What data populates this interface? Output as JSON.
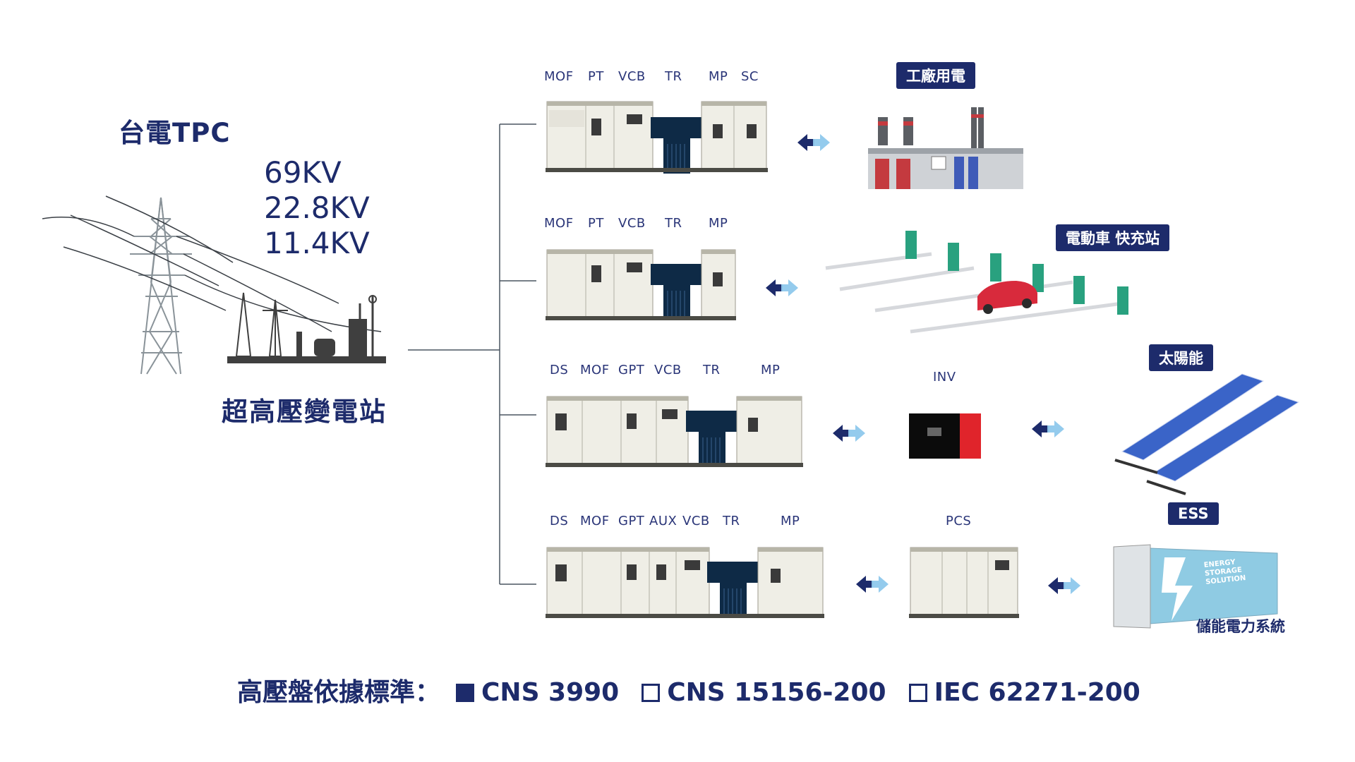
{
  "source": {
    "title": "台電TPC",
    "voltages": [
      "69KV",
      "22.8KV",
      "11.4KV"
    ],
    "substation_label": "超高壓變電站"
  },
  "rows": [
    {
      "components": [
        "MOF",
        "PT",
        "VCB",
        "TR",
        "MP",
        "SC"
      ],
      "target": "工廠用電"
    },
    {
      "components": [
        "MOF",
        "PT",
        "VCB",
        "TR",
        "MP"
      ],
      "target": "電動車 快充站"
    },
    {
      "components": [
        "DS",
        "MOF",
        "GPT",
        "VCB",
        "TR",
        "MP"
      ],
      "middle": "INV",
      "target": "太陽能"
    },
    {
      "components": [
        "DS",
        "MOF",
        "GPT",
        "AUX",
        "VCB",
        "TR",
        "MP"
      ],
      "middle": "PCS",
      "target": "ESS",
      "target_sub": "儲能電力系統",
      "container_text": [
        "ENERGY",
        "STORAGE",
        "SOLUTION"
      ]
    }
  ],
  "standards": {
    "label": "高壓盤依據標準：",
    "items": [
      {
        "name": "CNS 3990",
        "checked": true
      },
      {
        "name": "CNS 15156-200",
        "checked": false
      },
      {
        "name": "IEC 62271-200",
        "checked": false
      }
    ]
  },
  "colors": {
    "navy": "#1d2b6b",
    "panel": "#efeee6",
    "transformer": "#0e2a46",
    "arrow_light": "#8ec8ec",
    "inv_red": "#e0242b",
    "ess_blue": "#8fcbe3"
  }
}
